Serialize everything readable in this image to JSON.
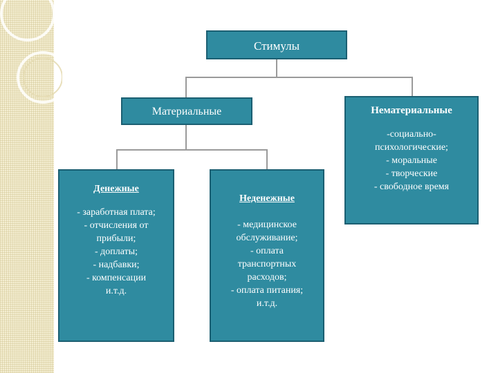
{
  "root": {
    "title": "Стимулы"
  },
  "material": {
    "title": "Материальные",
    "monetary": {
      "title": "Денежные",
      "items": [
        "- заработная плата;",
        "- отчисления от",
        "прибыли;",
        "- доплаты;",
        "- надбавки;",
        "- компенсации",
        "и.т.д."
      ]
    },
    "non_monetary": {
      "title": "Неденежные",
      "items": [
        "- медицинское",
        "обслуживание;",
        "- оплата",
        "транспортных",
        "расходов;",
        "- оплата питания;",
        "и.т.д."
      ]
    }
  },
  "nonmaterial": {
    "title": "Нематериальные",
    "items": [
      "-социально-",
      "психологические;",
      "- моральные",
      "- творческие",
      "- свободное время"
    ]
  },
  "colors": {
    "box_fill": "#2f8ba0",
    "box_border": "#1b5f72",
    "connector": "#9a9a9a",
    "sidebar": "#f4eed2"
  }
}
